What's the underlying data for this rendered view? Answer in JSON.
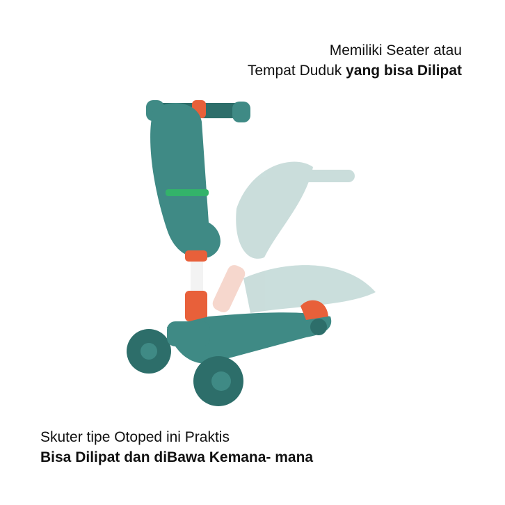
{
  "caption_top": {
    "line1": "Memiliki Seater atau",
    "line2_regular": "Tempat Duduk ",
    "line2_bold": "yang bisa Dilipat"
  },
  "caption_bottom": {
    "line1": "Skuter tipe Otoped ini Praktis",
    "line2_bold": "Bisa Dilipat dan diBawa Kemana- mana"
  },
  "colors": {
    "teal": "#3f8a85",
    "teal_dark": "#2d6e6a",
    "orange": "#e8603a",
    "ghost": "#9fc2bf",
    "ghost_orange": "#f0b7a6"
  }
}
